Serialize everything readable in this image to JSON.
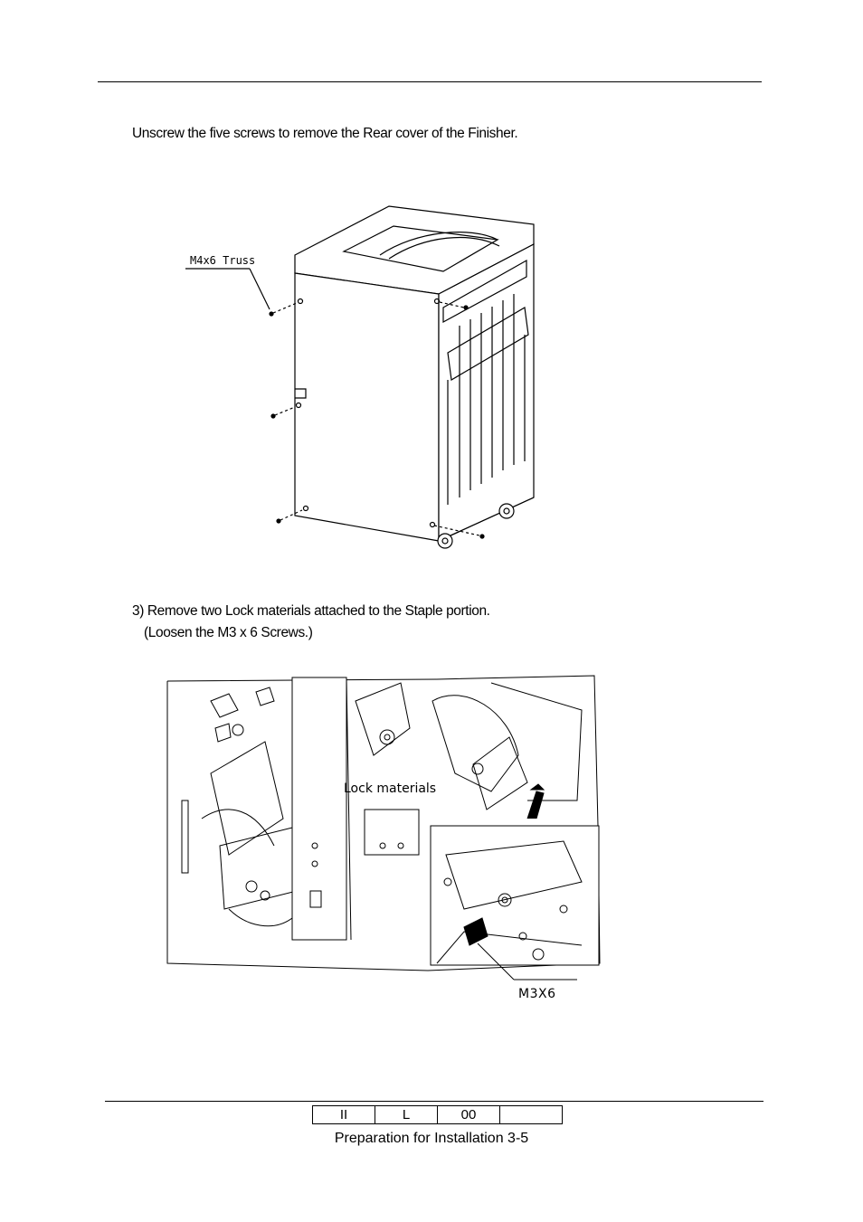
{
  "instructions": {
    "step_rear_cover": "Unscrew the five screws to remove the Rear cover of the Finisher.",
    "step3_line1": "3)    Remove  two  Lock  materials attached to the Staple portion.",
    "step3_line2": "(Loosen the M3 x 6 Screws.)"
  },
  "figure1": {
    "screw_label": "M4x6 Truss"
  },
  "figure2": {
    "lock_label": "Lock materials",
    "screw_label": "M3X6"
  },
  "footer": {
    "cells": [
      "II",
      "L",
      "00",
      ""
    ],
    "caption": "Preparation for Installation 3-5"
  }
}
